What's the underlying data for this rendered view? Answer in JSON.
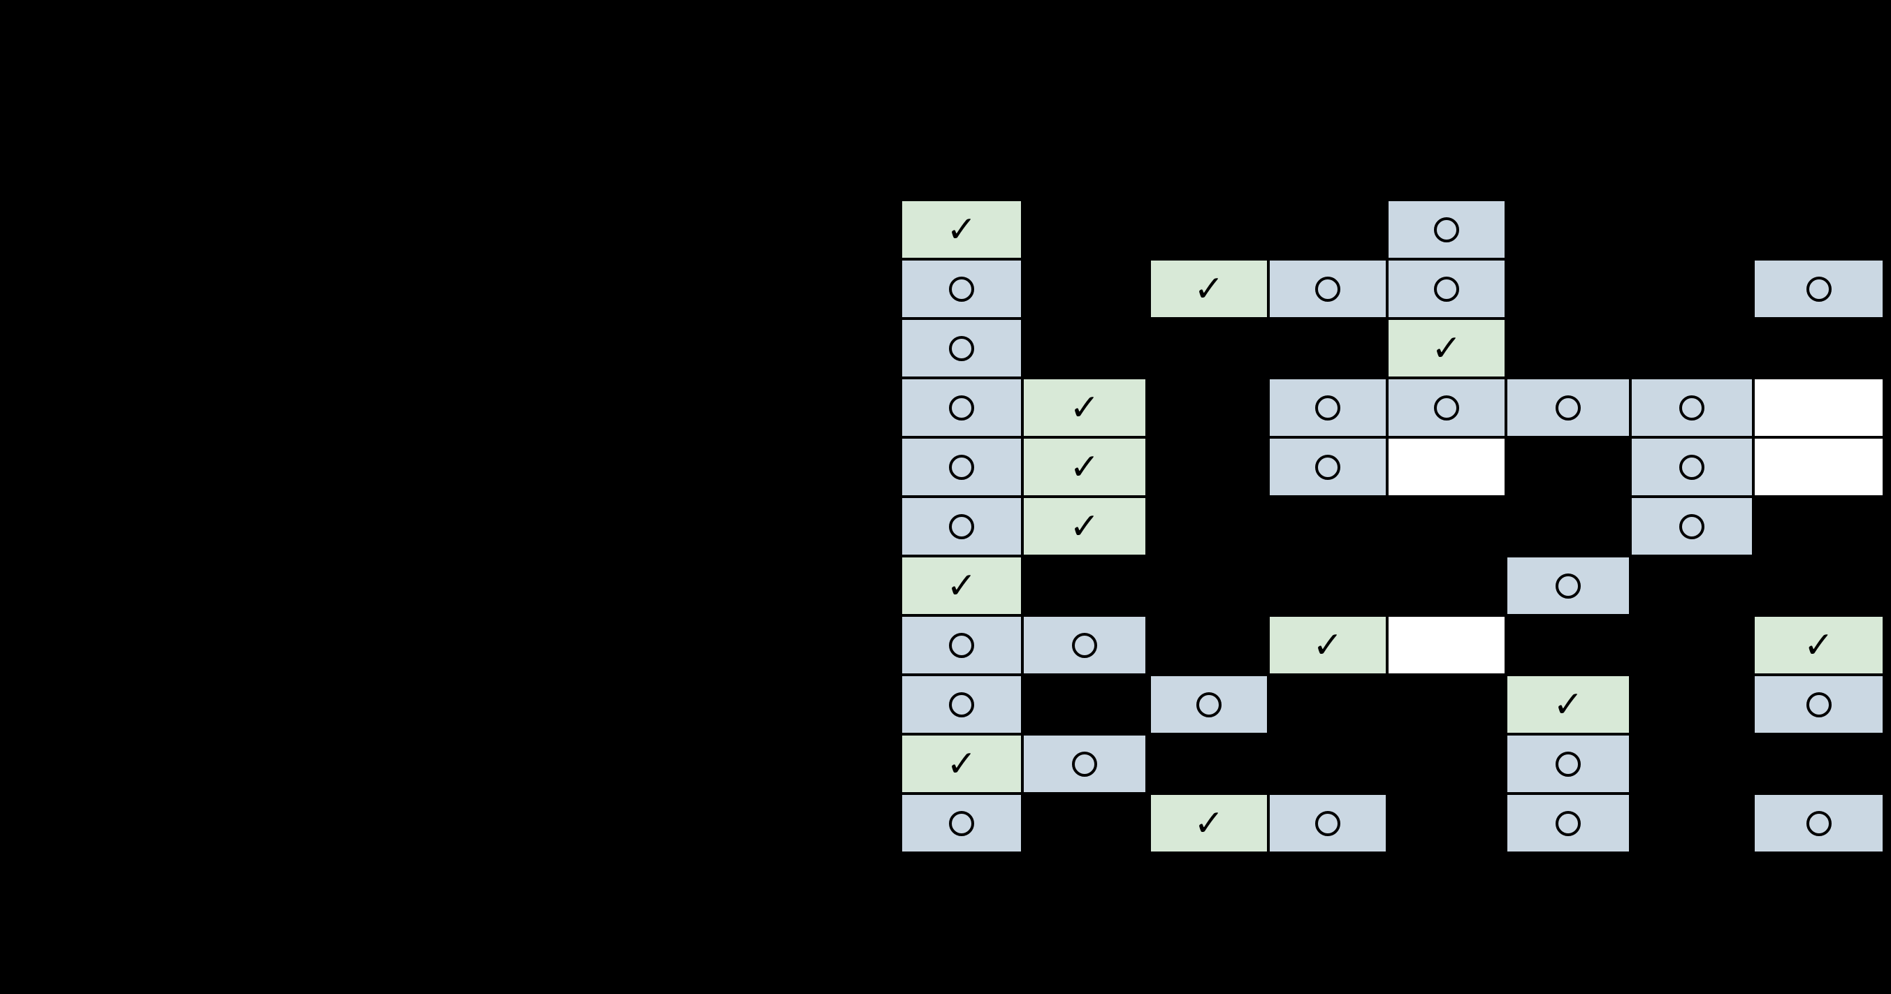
{
  "symbols": {
    "check": "✓",
    "circle": "○"
  },
  "legend_colors": {
    "check": "#d8e9d7",
    "circle": "#cbd8e3",
    "empty": "#ffffff",
    "background": "#000000"
  },
  "grid": {
    "rows": 11,
    "cols": 8,
    "cells": [
      {
        "row": 0,
        "col": 0,
        "mark": "check"
      },
      {
        "row": 0,
        "col": 4,
        "mark": "circle"
      },
      {
        "row": 1,
        "col": 0,
        "mark": "circle"
      },
      {
        "row": 1,
        "col": 2,
        "mark": "check"
      },
      {
        "row": 1,
        "col": 3,
        "mark": "circle"
      },
      {
        "row": 1,
        "col": 4,
        "mark": "circle"
      },
      {
        "row": 1,
        "col": 7,
        "mark": "circle"
      },
      {
        "row": 2,
        "col": 0,
        "mark": "circle"
      },
      {
        "row": 2,
        "col": 4,
        "mark": "check"
      },
      {
        "row": 3,
        "col": 0,
        "mark": "circle"
      },
      {
        "row": 3,
        "col": 1,
        "mark": "check"
      },
      {
        "row": 3,
        "col": 3,
        "mark": "circle"
      },
      {
        "row": 3,
        "col": 4,
        "mark": "circle"
      },
      {
        "row": 3,
        "col": 5,
        "mark": "circle"
      },
      {
        "row": 3,
        "col": 6,
        "mark": "circle"
      },
      {
        "row": 3,
        "col": 7,
        "mark": "empty"
      },
      {
        "row": 4,
        "col": 0,
        "mark": "circle"
      },
      {
        "row": 4,
        "col": 1,
        "mark": "check"
      },
      {
        "row": 4,
        "col": 3,
        "mark": "circle"
      },
      {
        "row": 4,
        "col": 4,
        "mark": "empty"
      },
      {
        "row": 4,
        "col": 6,
        "mark": "circle"
      },
      {
        "row": 4,
        "col": 7,
        "mark": "empty"
      },
      {
        "row": 5,
        "col": 0,
        "mark": "circle"
      },
      {
        "row": 5,
        "col": 1,
        "mark": "check"
      },
      {
        "row": 5,
        "col": 6,
        "mark": "circle"
      },
      {
        "row": 6,
        "col": 0,
        "mark": "check"
      },
      {
        "row": 6,
        "col": 5,
        "mark": "circle"
      },
      {
        "row": 7,
        "col": 0,
        "mark": "circle"
      },
      {
        "row": 7,
        "col": 1,
        "mark": "circle"
      },
      {
        "row": 7,
        "col": 3,
        "mark": "check"
      },
      {
        "row": 7,
        "col": 4,
        "mark": "empty"
      },
      {
        "row": 7,
        "col": 7,
        "mark": "check"
      },
      {
        "row": 8,
        "col": 0,
        "mark": "circle"
      },
      {
        "row": 8,
        "col": 2,
        "mark": "circle"
      },
      {
        "row": 8,
        "col": 5,
        "mark": "check"
      },
      {
        "row": 8,
        "col": 7,
        "mark": "circle"
      },
      {
        "row": 9,
        "col": 0,
        "mark": "check"
      },
      {
        "row": 9,
        "col": 1,
        "mark": "circle"
      },
      {
        "row": 9,
        "col": 5,
        "mark": "circle"
      },
      {
        "row": 10,
        "col": 0,
        "mark": "circle"
      },
      {
        "row": 10,
        "col": 2,
        "mark": "check"
      },
      {
        "row": 10,
        "col": 3,
        "mark": "circle"
      },
      {
        "row": 10,
        "col": 5,
        "mark": "circle"
      },
      {
        "row": 10,
        "col": 7,
        "mark": "circle"
      }
    ]
  }
}
